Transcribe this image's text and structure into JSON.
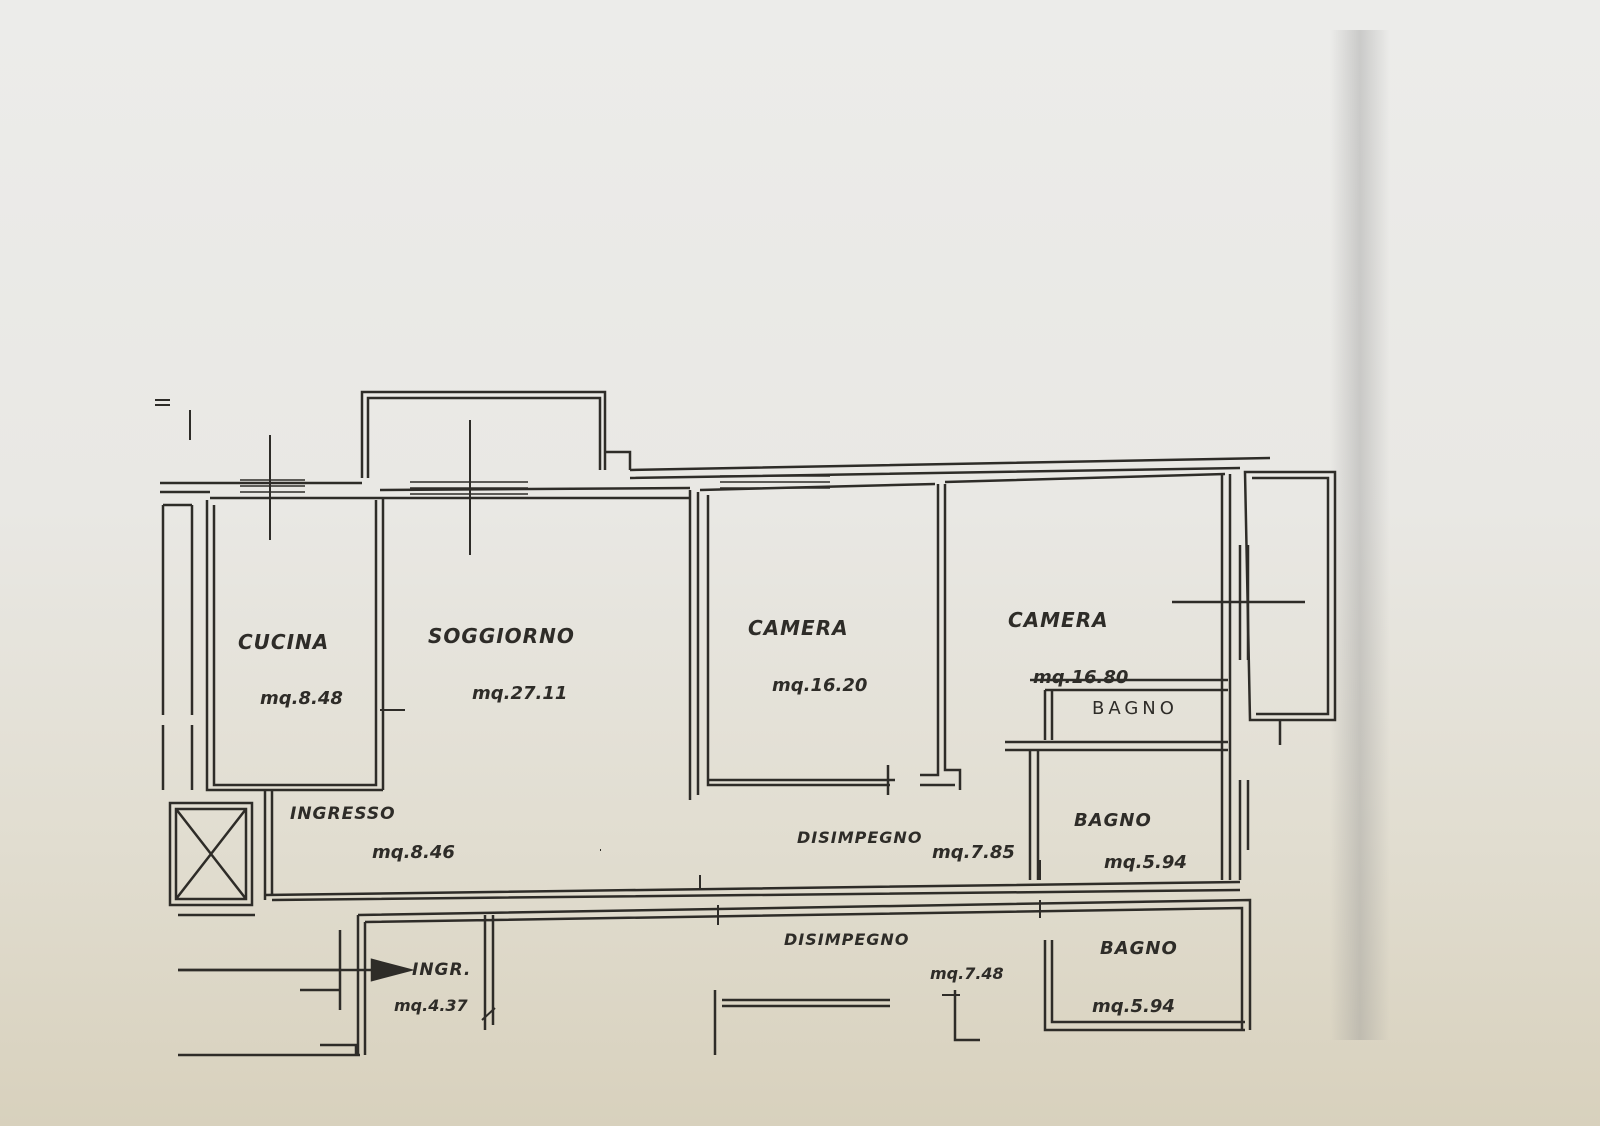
{
  "rooms": [
    {
      "name": "CUCINA",
      "area": "mq.8.48"
    },
    {
      "name": "SOGGIORNO",
      "area": "mq.27.11"
    },
    {
      "name": "CAMERA",
      "area": "mq.16.20"
    },
    {
      "name": "CAMERA",
      "area": "mq.16.80"
    },
    {
      "name": "BAGNO"
    },
    {
      "name": "INGRESSO",
      "area": "mq.8.46"
    },
    {
      "name": "DISIMPEGNO",
      "area": "mq.7.85"
    },
    {
      "name": "BAGNO",
      "area": "mq.5.94"
    },
    {
      "name": "INGR.",
      "area": "mq.4.37"
    },
    {
      "name": "DISIMPEGNO",
      "area": "mq.7.48"
    },
    {
      "name": "BAGNO",
      "area": "mq.5.94"
    }
  ],
  "colors": {
    "ink": "#2e2c28",
    "paper": "#ebeae6"
  }
}
